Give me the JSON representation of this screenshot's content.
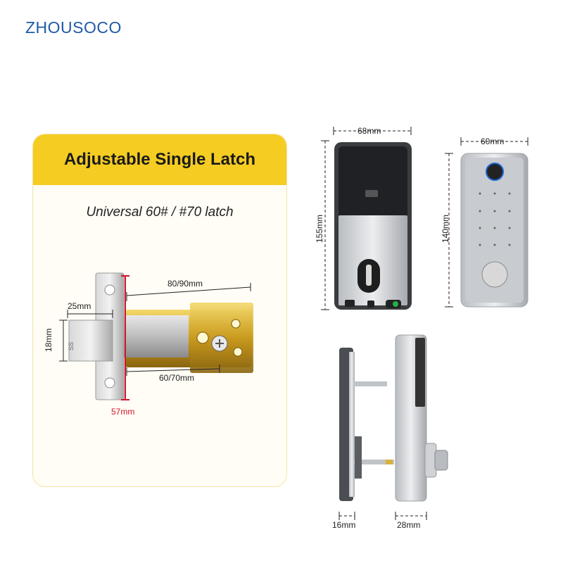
{
  "brand": "ZHOUSOCO",
  "card": {
    "title": "Adjustable Single Latch",
    "subtitle": "Universal 60# / #70 latch"
  },
  "latch_dims": {
    "backset": "80/90mm",
    "bolt_length": "25mm",
    "bolt_height": "18mm",
    "backset_short": "60/70mm",
    "faceplate_height": "57mm",
    "faceplate_mark": "SS"
  },
  "lock_dims": {
    "exterior_width": "68mm",
    "exterior_height": "155mm",
    "interior_width": "60mm",
    "interior_height": "140mm",
    "exterior_thickness": "16mm",
    "interior_thickness": "28mm"
  },
  "colors": {
    "brand_blue": "#1f5aa6",
    "banner_yellow": "#f5cc22",
    "dim_red": "#d4132b",
    "status_green": "#22b14c"
  }
}
